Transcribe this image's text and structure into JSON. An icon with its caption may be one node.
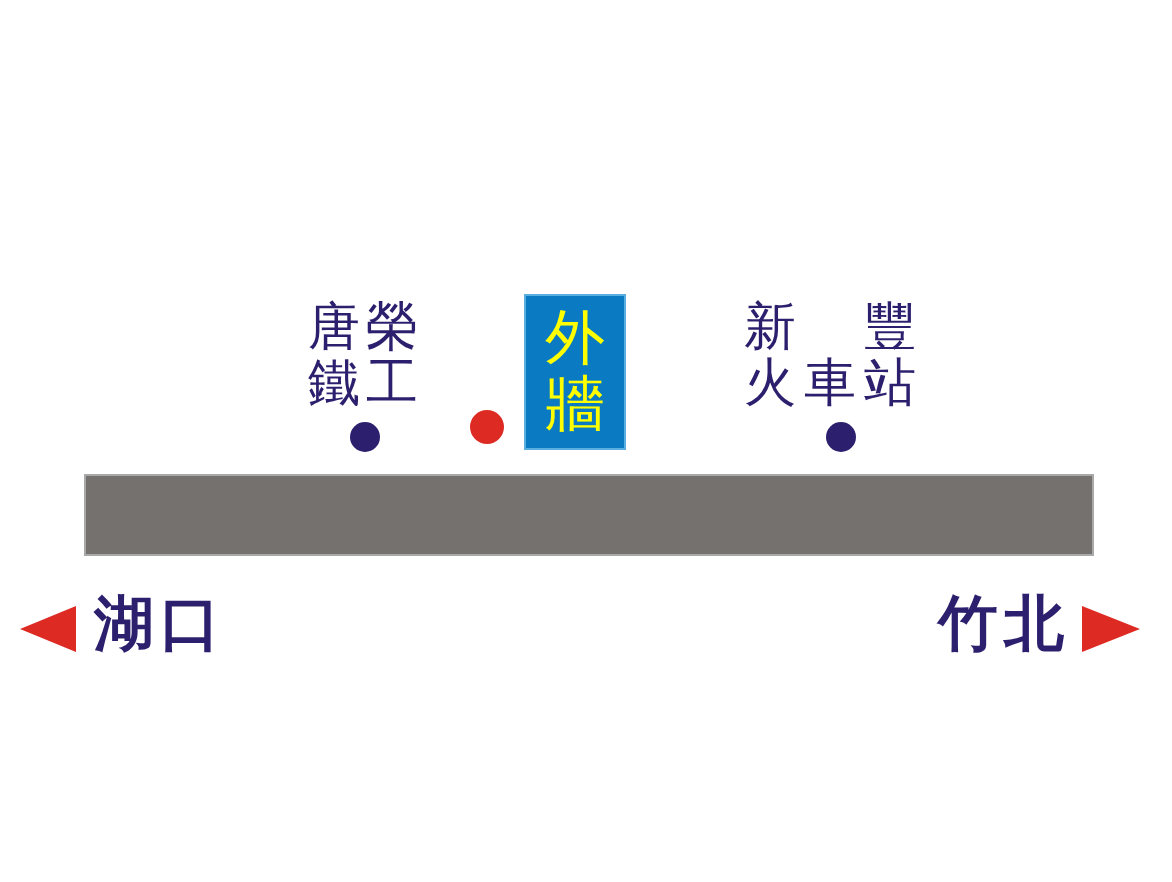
{
  "diagram": {
    "nodes": [
      {
        "text": [
          "外牆"
        ]
      },
      {
        "text": [],
        "shape": "bar"
      }
    ],
    "labels": [
      "唐榮鐵工",
      "新豐火車站",
      "湖口",
      "竹北"
    ]
  }
}
